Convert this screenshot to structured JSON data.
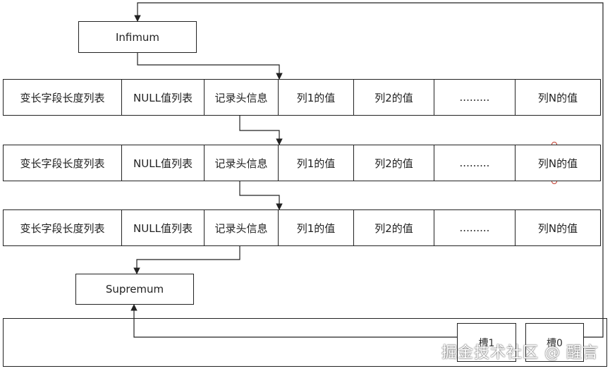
{
  "infimum": "Infimum",
  "supremum": "Supremum",
  "record_columns": [
    "变长字段长度列表",
    "NULL值列表",
    "记录头信息",
    "列1的值",
    "列2的值",
    ".........",
    "列N的值"
  ],
  "slots": [
    "槽1",
    "槽0"
  ],
  "watermark": "掘金技术社区 @ 醒言"
}
